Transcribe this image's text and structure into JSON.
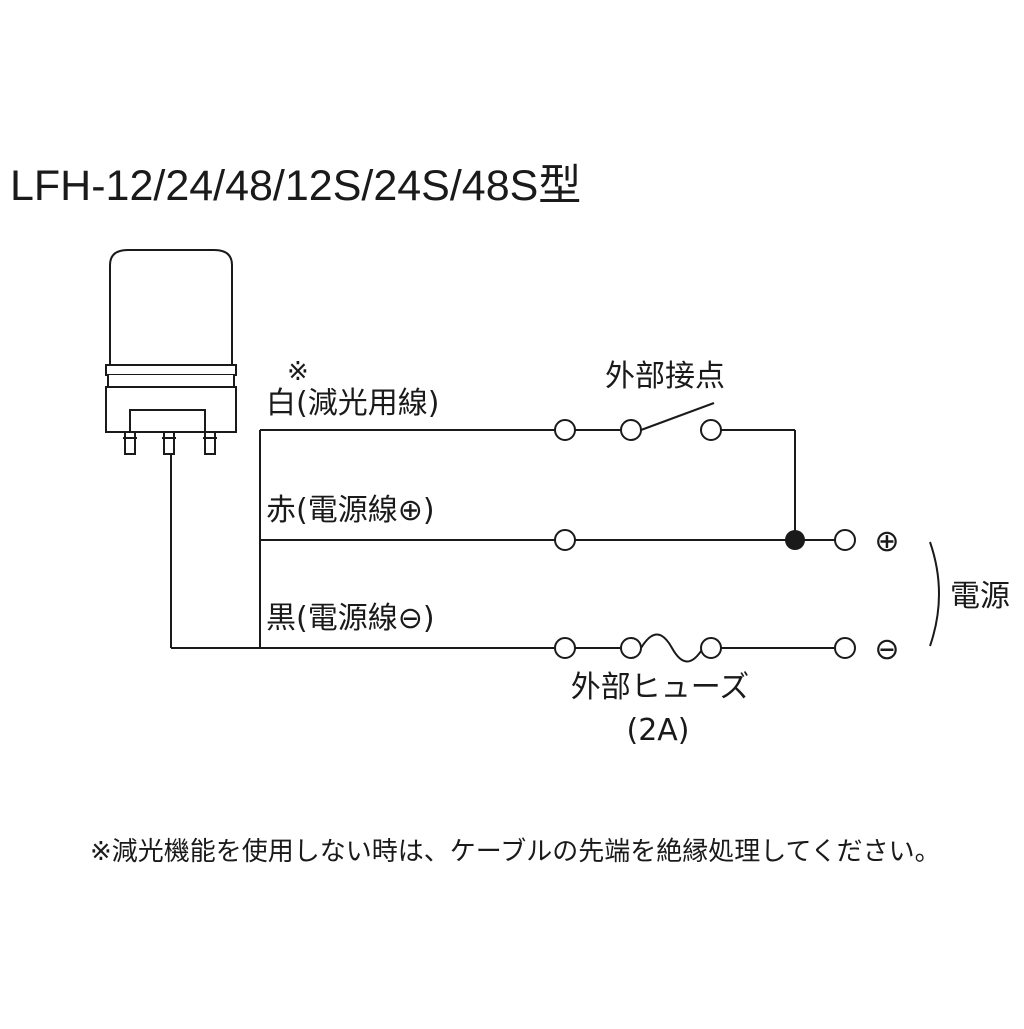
{
  "title": "LFH-12/24/48/12S/24S/48S型",
  "wires": {
    "white_mark": "※",
    "white_label": "白(減光用線)",
    "red_label": "赤(電源線⊕)",
    "black_label": "黒(電源線⊖)"
  },
  "components": {
    "external_contact": "外部接点",
    "external_fuse": "外部ヒューズ",
    "fuse_rating": "(2A)"
  },
  "power": {
    "plus": "⊕",
    "minus": "⊖",
    "label": "電源"
  },
  "footnote": "※減光機能を使用しない時は、ケーブルの先端を絶縁処理してください。",
  "colors": {
    "line": "#1a1a1a",
    "background": "#ffffff"
  }
}
